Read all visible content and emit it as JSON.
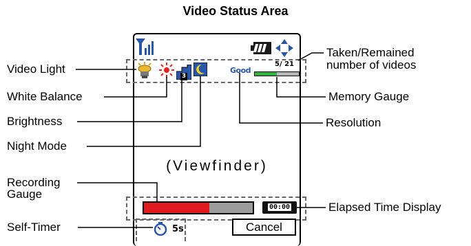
{
  "title": "Video Status Area",
  "labels": {
    "video_light": "Video Light",
    "white_balance": "White Balance",
    "brightness": "Brightness",
    "night_mode": "Night Mode",
    "recording_gauge_line1": "Recording",
    "recording_gauge_line2": "Gauge",
    "self_timer": "Self-Timer",
    "taken_remained_line1": "Taken/Remained",
    "taken_remained_line2": "number of videos",
    "memory_gauge": "Memory Gauge",
    "resolution": "Resolution",
    "elapsed_time_display": "Elapsed Time Display"
  },
  "screen": {
    "viewfinder": "(Viewfinder)",
    "resolution_value": "Good",
    "video_count": "5/ 21",
    "memory_fill": 0.5,
    "recording_fill": 0.6,
    "elapsed_time": "00:00",
    "self_timer_value": "5s",
    "brightness_value": "3",
    "cancel_label": "Cancel"
  },
  "colors": {
    "resolution_text": "#2a56a6",
    "memory_fill": "#2fb33a",
    "recording_fill": "#e01a1e",
    "night_mode_bg": "#2a56a6",
    "white_balance_icon": "#e8231c"
  },
  "icons": [
    "signal-strength-icon",
    "battery-icon",
    "navigation-arrows-icon",
    "video-light-icon",
    "white-balance-icon",
    "brightness-icon",
    "night-mode-icon",
    "self-timer-icon"
  ]
}
